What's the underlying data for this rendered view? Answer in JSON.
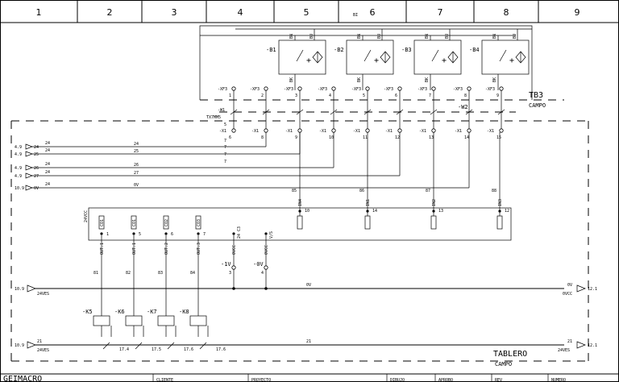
{
  "columns": [
    "1",
    "2",
    "3",
    "4",
    "5",
    "6",
    "7",
    "8",
    "9"
  ],
  "top_marker": "BI",
  "sensors": [
    {
      "id": "-B1",
      "bn": "BN",
      "bu": "BU",
      "bk": "BK"
    },
    {
      "id": "-B2",
      "bn": "BN",
      "bu": "BU",
      "bk": "BK"
    },
    {
      "id": "-B3",
      "bn": "BN",
      "bu": "BU",
      "bk": "BK"
    },
    {
      "id": "-B4",
      "bn": "BN",
      "bu": "BU",
      "bk": "BK"
    }
  ],
  "xf3_terminals": [
    {
      "tag": "-XF3",
      "num": "1"
    },
    {
      "tag": "-XF3",
      "num": "2"
    },
    {
      "tag": "-XF3",
      "num": "3"
    },
    {
      "tag": "-XF3",
      "num": "4"
    },
    {
      "tag": "-XF3",
      "num": "5"
    },
    {
      "tag": "-XF3",
      "num": "6"
    },
    {
      "tag": "-XF3",
      "num": "7"
    },
    {
      "tag": "-XF3",
      "num": "8"
    },
    {
      "tag": "-XF3",
      "num": "9"
    }
  ],
  "tb3": {
    "name": "TB3",
    "sub": "CAMPO"
  },
  "cables": {
    "w1": "-W1",
    "w1_type": "TX7MM5",
    "w2": "-W2"
  },
  "x1_terminals": [
    {
      "tag": "-X1",
      "num": "6"
    },
    {
      "tag": "-X1",
      "num": "8"
    },
    {
      "tag": "-X1",
      "num": "9"
    },
    {
      "tag": "-X1",
      "num": "10"
    },
    {
      "tag": "-X1",
      "num": "11"
    },
    {
      "tag": "-X1",
      "num": "12"
    },
    {
      "tag": "-X1",
      "num": "13"
    },
    {
      "tag": "-X1",
      "num": "14"
    },
    {
      "tag": "-X1",
      "num": "15"
    }
  ],
  "x1_first_extra": [
    "5",
    "7"
  ],
  "x1_stack_nums": [
    "7",
    "7",
    "7"
  ],
  "left_refs": [
    {
      "ref": "4.9",
      "num": "24",
      "wire": "24"
    },
    {
      "ref": "4.9",
      "num": "25",
      "wire": "25"
    },
    {
      "ref": "4.9",
      "num": "26",
      "wire": "26"
    },
    {
      "ref": "4.9",
      "num": "27",
      "wire": "27"
    },
    {
      "ref": "10.9",
      "num": "0V",
      "wire": "0V"
    }
  ],
  "left_ref_sup": "24",
  "wire_nums_mid": [
    "85",
    "86",
    "87",
    "88"
  ],
  "inputs": [
    {
      "name": "IN4",
      "term": "10"
    },
    {
      "name": "IN1",
      "term": "14"
    },
    {
      "name": "IN2",
      "term": "13"
    },
    {
      "name": "IN3",
      "term": "12"
    }
  ],
  "outputs": [
    {
      "name": "OUT.1",
      "coil": "CO1",
      "term": "1"
    },
    {
      "name": "OUT.1",
      "coil": "CO1",
      "term": "5"
    },
    {
      "name": "OUT.2",
      "coil": "CO2",
      "term": "6"
    },
    {
      "name": "OUT.3",
      "coil": "CO3",
      "term": "7"
    }
  ],
  "plc_left_tag": "24VCC",
  "vout": [
    {
      "tag": "0VCC",
      "extra": "24 C3"
    },
    {
      "tag": "0VCC",
      "extra": "V/S"
    }
  ],
  "aux_terminals": [
    {
      "tag": "-1V",
      "num": "3"
    },
    {
      "tag": "-0V",
      "num": "4"
    }
  ],
  "out_wires": [
    "81",
    "82",
    "83",
    "84"
  ],
  "bus_0v": {
    "left_ref": "10.9",
    "left_label": "24VES",
    "mid": "0V",
    "right_label_a": "0V",
    "right_label_b": "0VCC",
    "right_ref": "12.1"
  },
  "relays": [
    {
      "tag": "-K5",
      "ref": "17.4"
    },
    {
      "tag": "-K6",
      "ref": "17.5"
    },
    {
      "tag": "-K7",
      "ref": "17.6"
    },
    {
      "tag": "-K8",
      "ref": "17.6"
    }
  ],
  "bus_21": {
    "left_ref": "10.9",
    "num": "21",
    "label": "24VES",
    "mid": "21",
    "right_num": "21",
    "right_label": "24VES",
    "right_ref": "12.1"
  },
  "tablero": {
    "name": "TABLERO",
    "sub": "CAMPO"
  },
  "title_block": [
    "GEIMACRO",
    "CLIENTE",
    "PROYECTO",
    "DIBUJO",
    "APROBO",
    "REV",
    "NUMERO"
  ]
}
